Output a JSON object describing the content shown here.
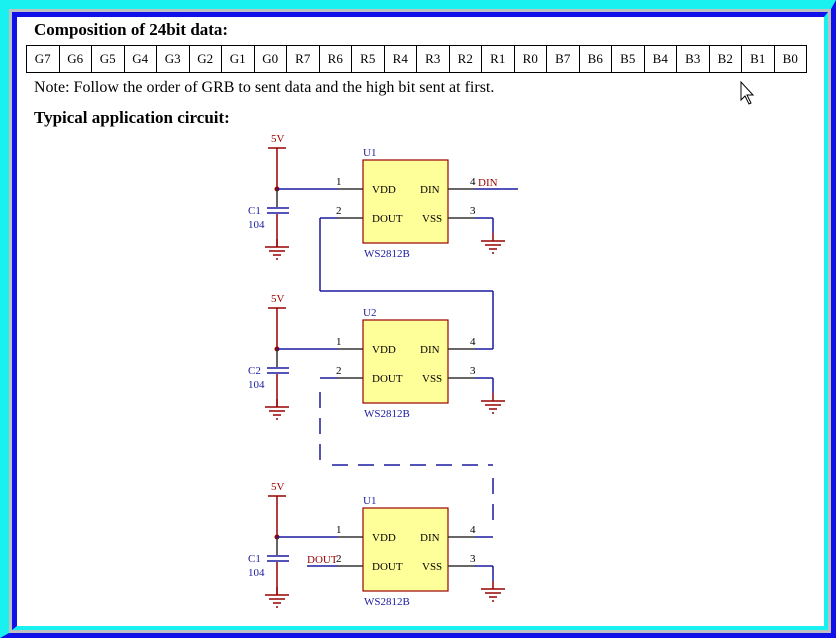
{
  "heading": "Composition of 24bit data:",
  "bits": [
    "G7",
    "G6",
    "G5",
    "G4",
    "G3",
    "G2",
    "G1",
    "G0",
    "R7",
    "R6",
    "R5",
    "R4",
    "R3",
    "R2",
    "R1",
    "R0",
    "B7",
    "B6",
    "B5",
    "B4",
    "B3",
    "B2",
    "B1",
    "B0"
  ],
  "note": "Note: Follow the order of GRB to sent data and the high bit sent at first.",
  "circuit_heading": "Typical application circuit:",
  "circuit": {
    "chips": [
      {
        "ref": "U1",
        "part": "WS2812B",
        "cap": "C1",
        "cap_val": "104",
        "power": "5V",
        "pin1": "1",
        "pin2": "2",
        "pin3": "3",
        "pin4": "4",
        "vdd": "VDD",
        "dout": "DOUT",
        "din": "DIN",
        "vss": "VSS",
        "din_net": "DIN"
      },
      {
        "ref": "U2",
        "part": "WS2812B",
        "cap": "C2",
        "cap_val": "104",
        "power": "5V",
        "pin1": "1",
        "pin2": "2",
        "pin3": "3",
        "pin4": "4",
        "vdd": "VDD",
        "dout": "DOUT",
        "din": "DIN",
        "vss": "VSS"
      },
      {
        "ref": "U1",
        "part": "WS2812B",
        "cap": "C1",
        "cap_val": "104",
        "power": "5V",
        "pin1": "1",
        "pin2": "2",
        "pin3": "3",
        "pin4": "4",
        "vdd": "VDD",
        "dout": "DOUT",
        "din": "DIN",
        "vss": "VSS",
        "dout_net": "DOUT"
      }
    ]
  },
  "colors": {
    "wire": "#1a1aa0",
    "chip_fill": "#ffff99",
    "chip_border": "#990000",
    "label": "#1a1aa0",
    "power": "#990000"
  }
}
